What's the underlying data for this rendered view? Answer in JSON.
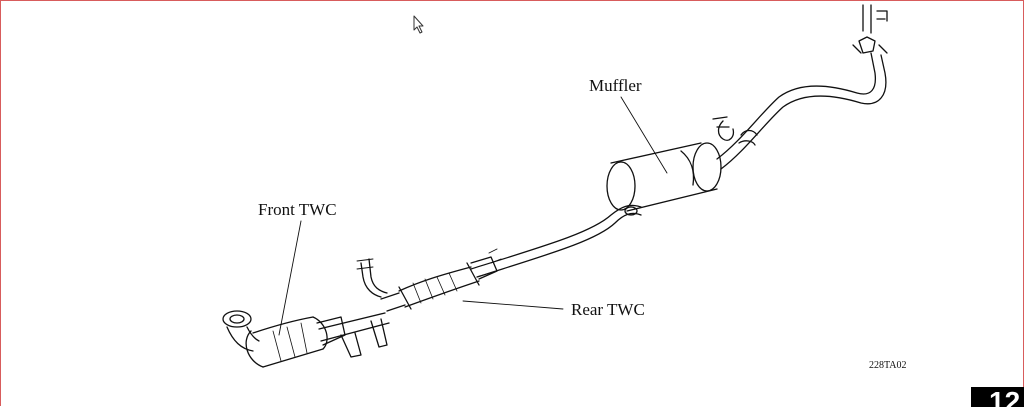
{
  "labels": {
    "muffler": "Muffler",
    "front_twc": "Front TWC",
    "rear_twc": "Rear TWC",
    "figure_code": "228TA02"
  },
  "slide": {
    "number": "12"
  },
  "icons": {
    "cursor": "mouse-pointer-icon"
  },
  "colors": {
    "line": "#111111",
    "frame": "#d85c5c"
  }
}
